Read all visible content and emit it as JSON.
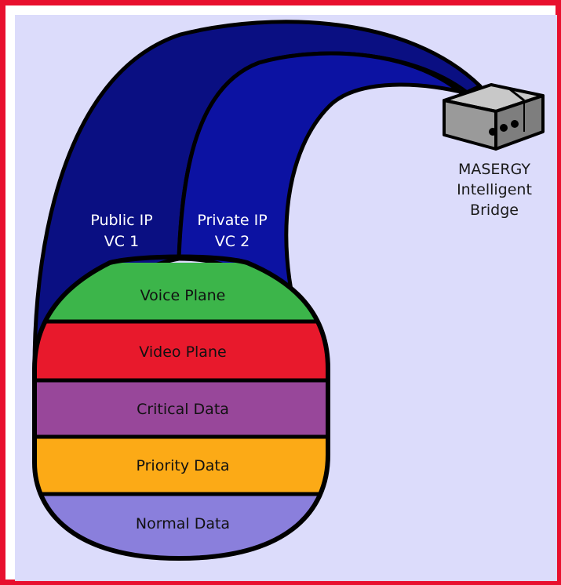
{
  "planes": [
    {
      "label": "Voice Plane",
      "color": "#3cb54a"
    },
    {
      "label": "Video Plane",
      "color": "#e8192c"
    },
    {
      "label": "Critical Data",
      "color": "#98479a"
    },
    {
      "label": "Priority Data",
      "color": "#fcaa16"
    },
    {
      "label": "Normal Data",
      "color": "#8a7fdc"
    }
  ],
  "circuits": [
    {
      "line1": "Public IP",
      "line2": "VC 1",
      "color": "#0a0f82"
    },
    {
      "line1": "Private IP",
      "line2": "VC 2",
      "color": "#0c12a2"
    }
  ],
  "device": {
    "line1": "MASERGY",
    "line2": "Intelligent",
    "line3": "Bridge"
  },
  "colors": {
    "border": "#e8102e",
    "background": "#dcdcfb",
    "outline": "#000000"
  }
}
